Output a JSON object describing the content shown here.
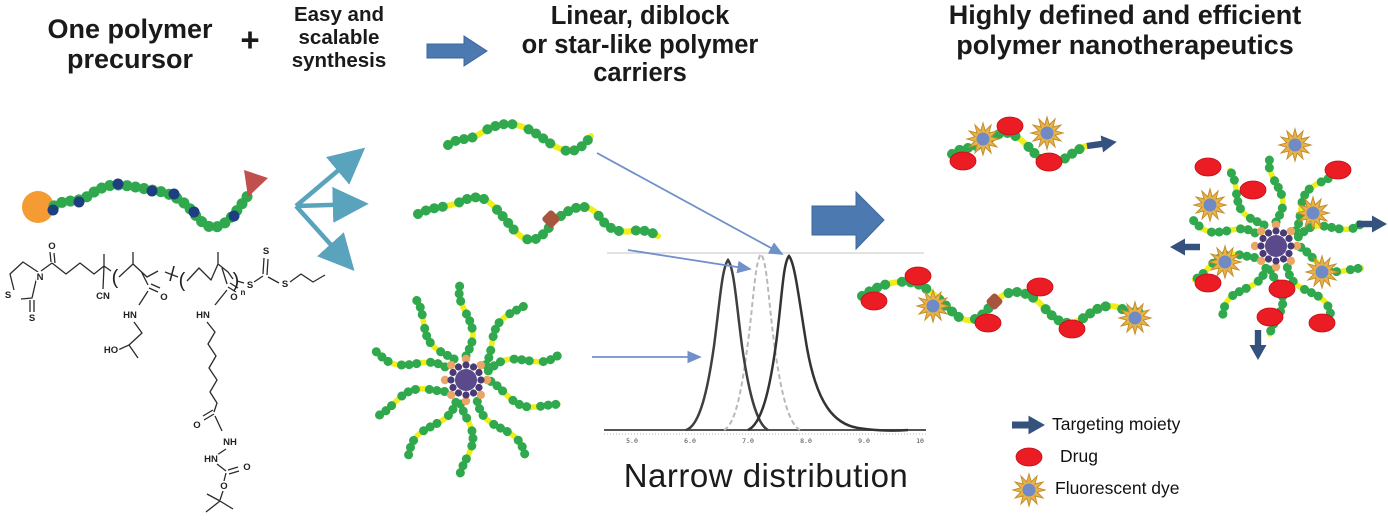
{
  "headings": {
    "precursor": {
      "line1": "One polymer",
      "line2": "precursor"
    },
    "plus": "+",
    "synthesis": {
      "line1": "Easy and",
      "line2": "scalable",
      "line3": "synthesis"
    },
    "carriers": {
      "line1": "Linear, diblock",
      "line2": "or star-like polymer",
      "line3": "carriers"
    },
    "result": {
      "line1": "Highly defined and efficient",
      "line2": "polymer nanotherapeutics"
    },
    "distribution": "Narrow distribution"
  },
  "legend": {
    "items": [
      {
        "icon": "targeting-arrow-icon",
        "label": "Targeting moiety",
        "color": "#35527e"
      },
      {
        "icon": "drug-oval-icon",
        "label": "Drug",
        "color": "#ec1c24"
      },
      {
        "icon": "fluorescent-starburst-icon",
        "label": "Fluorescent dye",
        "color": "#e8b44a"
      }
    ]
  },
  "chart_data": {
    "type": "line",
    "title": "Narrow distribution",
    "description": "GPC/SEC elution traces of the three polymer carriers, all showing narrow molar-mass distribution",
    "x_ticks": [
      "5.0",
      "6.0",
      "7.0",
      "8.0",
      "9.0",
      "10"
    ],
    "xlabel": "",
    "ylabel": "",
    "grid": false,
    "legend_position": "none",
    "series": [
      {
        "name": "star-like polymer",
        "style": "solid dark",
        "peak_x": 6.7,
        "peak_height": 1.0
      },
      {
        "name": "diblock polymer",
        "style": "dashed light-gray",
        "peak_x": 7.25,
        "peak_height": 1.0
      },
      {
        "name": "linear polymer",
        "style": "solid dark, tailing",
        "peak_x": 7.7,
        "peak_height": 1.0
      }
    ]
  },
  "chemistry": {
    "description": "Structural formula of the one polymer precursor (RAFT copolymer with thiazolidine-2-thione, hydroxypropyl and Boc-hydrazide side chains, trithiocarbonate end group)",
    "atom_labels": [
      "O",
      "N",
      "S",
      "S",
      "CN",
      "(",
      "O",
      "HN",
      "HO",
      "/",
      "(",
      "O",
      "HN",
      ")",
      "n",
      "S",
      "S",
      "S",
      "O",
      "NH",
      "HN",
      "O",
      "O"
    ]
  },
  "structures": {
    "precursor_chain": "one polymer precursor chain",
    "linear_carrier": "linear polymer carrier",
    "diblock_carrier": "diblock polymer carrier",
    "star_carrier": "star-like polymer carrier",
    "linear_nano": "linear polymer nanotherapeutic",
    "diblock_nano": "diblock polymer nanotherapeutic",
    "star_nano": "star-like polymer nanotherapeutic"
  },
  "colors": {
    "bead_green": "#2fa84e",
    "bead_yellow": "#f0ee1a",
    "bead_navy": "#1e3f7f",
    "alpha_end_orange": "#f49b33",
    "omega_end_red": "#c0504d",
    "junction_brown": "#a8553f",
    "drug_red": "#ec1c24",
    "dye_gold": "#e8b44a",
    "dye_center_blue": "#6f8ac5",
    "core_purple": "#5a4a8c",
    "core_connector_orange": "#e9a666",
    "branch_arrow_teal": "#5aa3bd",
    "pointer_blue": "#6f90c8",
    "block_arrow_blue": "#4c79b0",
    "targeting_navy": "#35527e",
    "trace_dark": "#3a3a3a",
    "trace_light": "#b9b9b9"
  }
}
